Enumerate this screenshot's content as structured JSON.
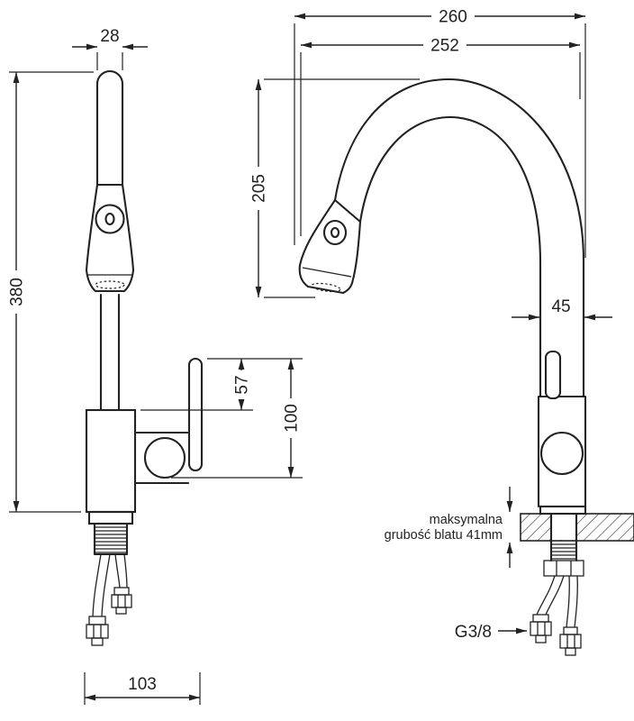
{
  "side_view": {
    "dim_top_width": "28",
    "dim_height": "380",
    "dim_handle_upper": "57",
    "dim_handle_total": "100",
    "dim_base_width": "103"
  },
  "front_view": {
    "dim_overall_width": "260",
    "dim_spout_reach": "252",
    "dim_spout_height": "205",
    "dim_column_width": "45",
    "counter_note_line1": "maksymalna",
    "counter_note_line2": "grubość blatu 41mm",
    "thread_label": "G3/8"
  }
}
